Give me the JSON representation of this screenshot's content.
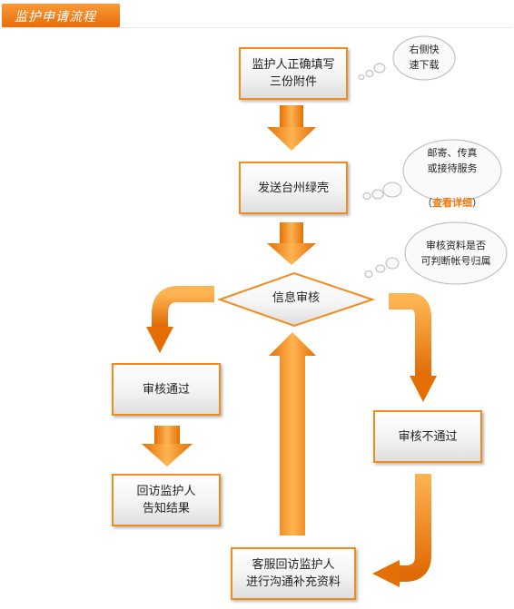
{
  "title": "监护申请流程",
  "steps": {
    "fill_forms": "监护人正确填写\n三份附件",
    "send": "发送台州绿壳",
    "review": "信息审核",
    "approved": "审核通过",
    "notify": "回访监护人\n告知结果",
    "rejected": "审核不通过",
    "callback": "客服回访监护人\n进行沟通补充资料"
  },
  "tips": {
    "download": "右侧快\n速下载",
    "send_methods": "邮寄、传真\n或接待服务",
    "details_open": "（",
    "details_link": "查看详细",
    "details_close": "）",
    "review_note": "审核资料是否\n可判断帐号归属"
  },
  "colors": {
    "accent": "#f28b1c",
    "arrow_dark": "#e56f05",
    "arrow_light": "#fbb04a"
  }
}
